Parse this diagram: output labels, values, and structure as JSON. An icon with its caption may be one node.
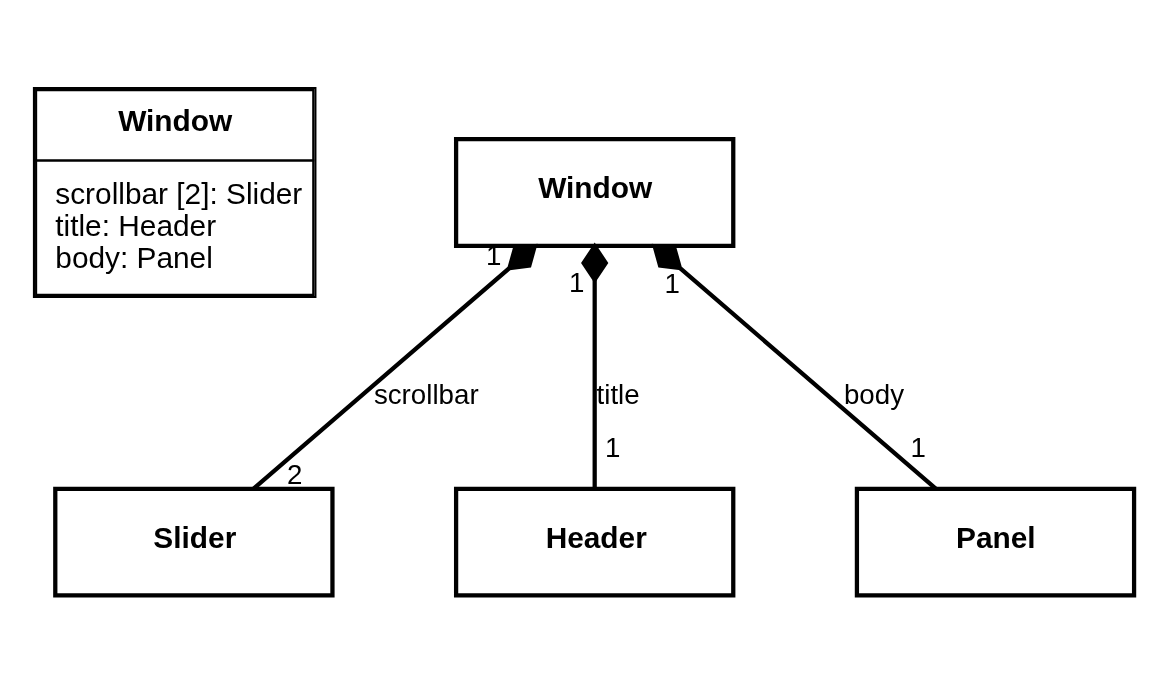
{
  "diagram": {
    "nodes": [
      {
        "text": [
          "Window",
          "scrollbar [2]: Slider",
          "title: Header",
          "body: Panel"
        ]
      },
      {
        "text": [
          "Window"
        ]
      },
      {
        "text": [
          "Slider"
        ]
      },
      {
        "text": [
          "Header"
        ]
      },
      {
        "text": [
          "Panel"
        ]
      }
    ],
    "edges": [
      {
        "from": 1,
        "to": 2,
        "arrow": "other",
        "label": "scrollbar"
      },
      {
        "from": 1,
        "to": 3,
        "arrow": "other",
        "label": "title"
      },
      {
        "from": 1,
        "to": 4,
        "arrow": "other",
        "label": "body"
      }
    ],
    "labels": [
      "1",
      "1",
      "1",
      "2",
      "1",
      "1"
    ]
  }
}
